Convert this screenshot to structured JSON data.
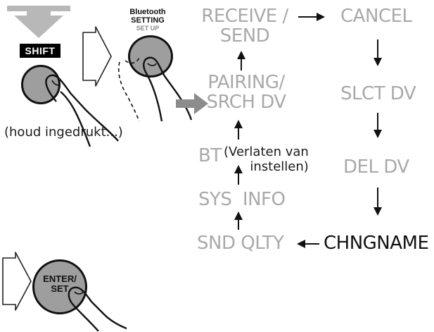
{
  "buttons": {
    "shift": {
      "label": "SHIFT"
    },
    "bluetooth": {
      "line1": "Bluetooth",
      "line2": "SETTING",
      "line3": "SET UP"
    },
    "enter": {
      "line1": "ENTER/",
      "line2": "SET"
    }
  },
  "hold_note": "(houd ingedrukt...)",
  "menu": {
    "receive_send": {
      "line1": "RECEIVE /",
      "line2": "SEND"
    },
    "cancel": "CANCEL",
    "pairing": {
      "line1": "PAIRING/",
      "line2": "SRCH DV"
    },
    "slct_dv": "SLCT DV",
    "bt": "BT",
    "bt_note": {
      "line1": "(Verlaten van",
      "line2": "instellen)"
    },
    "del_dv": "DEL DV",
    "sys_info": "SYS  INFO",
    "snd_qlty": "SND QLTY",
    "chngname": "CHNGNAME"
  },
  "colors": {
    "inactive": "#a9a9a9",
    "active": "#111111",
    "button": "#9e9e9e"
  }
}
